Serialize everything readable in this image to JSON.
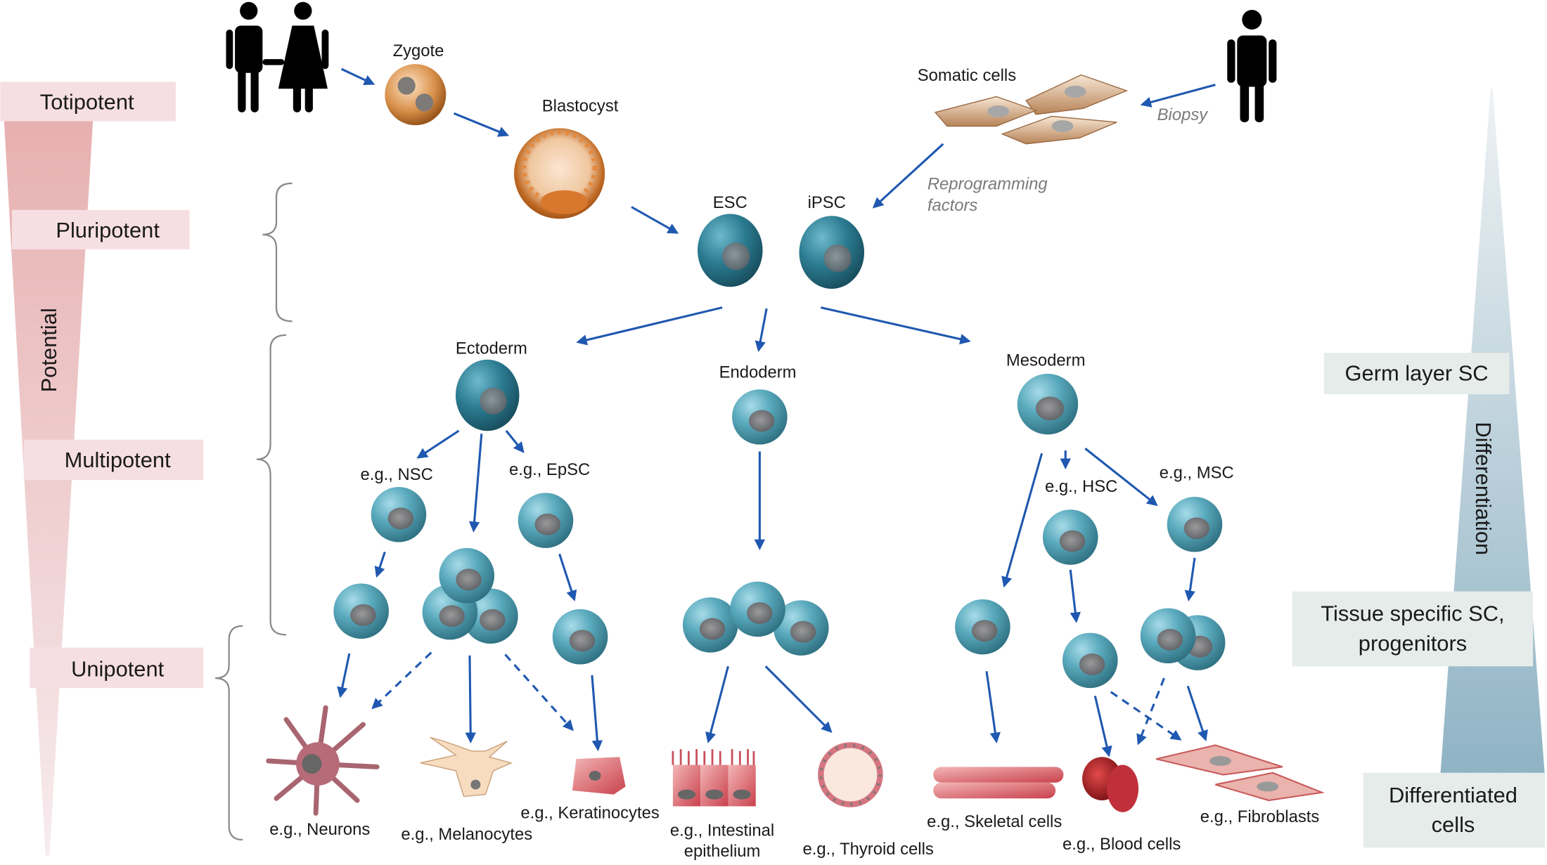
{
  "colors": {
    "arrow": "#1f58b0",
    "potential_pink": "#e8b9b9",
    "label_pink": "#f6dfe2",
    "differentiation_blue": "#8fb3c4",
    "label_grey": "#e6ecea",
    "stem_cell": "#3d93a8",
    "nucleus": "#7d7d7d",
    "embryo_orange": "#c8702a"
  },
  "left_scale": {
    "axis_label": "Potential",
    "levels": [
      {
        "label": "Totipotent"
      },
      {
        "label": "Pluripotent"
      },
      {
        "label": "Multipotent"
      },
      {
        "label": "Unipotent"
      }
    ]
  },
  "right_scale": {
    "axis_label": "Differentiation",
    "levels": [
      {
        "line1": "Germ layer SC",
        "line2": ""
      },
      {
        "line1": "Tissue specific SC,",
        "line2": "progenitors"
      },
      {
        "line1": "Differentiated",
        "line2": "cells"
      }
    ]
  },
  "origin": {
    "zygote": "Zygote",
    "blastocyst": "Blastocyst",
    "somatic_cells": "Somatic cells",
    "biopsy": "Biopsy",
    "reprogramming_line1": "Reprogramming",
    "reprogramming_line2": "factors",
    "esc": "ESC",
    "ipsc": "iPSC"
  },
  "germ_layers": {
    "ectoderm": "Ectoderm",
    "endoderm": "Endoderm",
    "mesoderm": "Mesoderm"
  },
  "tissue_sc": {
    "nsc": "e.g., NSC",
    "epsc": "e.g., EpSC",
    "hsc": "e.g., HSC",
    "msc": "e.g., MSC"
  },
  "differentiated": {
    "neurons": "e.g., Neurons",
    "melanocytes": "e.g., Melanocytes",
    "keratinocytes": "e.g., Keratinocytes",
    "intestinal_line1": "e.g., Intestinal",
    "intestinal_line2": "epithelium",
    "thyroid": "e.g., Thyroid cells",
    "skeletal": "e.g., Skeletal cells",
    "blood": "e.g., Blood cells",
    "fibroblasts": "e.g., Fibroblasts"
  }
}
